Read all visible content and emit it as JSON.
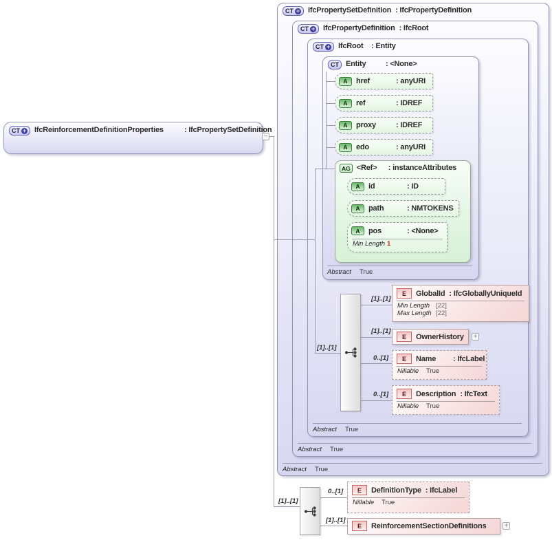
{
  "icons": {
    "ct": "CT",
    "a": "A",
    "ag": "AG",
    "e": "E",
    "plus": "+",
    "collapse": "−"
  },
  "root_type": {
    "name": "IfcReinforcementDefinitionProperties",
    "type": ": IfcPropertySetDefinition"
  },
  "base_types": {
    "pset": {
      "name": "IfcPropertySetDefinition",
      "type": ": IfcPropertyDefinition",
      "facet_label": "Abstract",
      "facet_value": "True"
    },
    "pdef": {
      "name": "IfcPropertyDefinition",
      "type": ": IfcRoot",
      "facet_label": "Abstract",
      "facet_value": "True"
    },
    "ifcroot": {
      "name": "IfcRoot",
      "type": ": Entity",
      "facet_label": "Abstract",
      "facet_value": "True"
    },
    "entity": {
      "name": "Entity",
      "type": ": <None>",
      "facet_label": "Abstract",
      "facet_value": "True"
    }
  },
  "entity_attributes": {
    "href": {
      "name": "href",
      "type": ": anyURI"
    },
    "ref": {
      "name": "ref",
      "type": ": IDREF"
    },
    "proxy": {
      "name": "proxy",
      "type": ": IDREF"
    },
    "edo": {
      "name": "edo",
      "type": ": anyURI"
    }
  },
  "ref_attribute_group": {
    "name": "<Ref>",
    "type": ": instanceAttributes",
    "id": {
      "name": "id",
      "type": ": ID"
    },
    "path": {
      "name": "path",
      "type": ": NMTOKENS"
    },
    "pos": {
      "name": "pos",
      "type": ": <None>",
      "facet_label": "Min Length",
      "facet_value": "1"
    }
  },
  "inherited_sequence": {
    "cardinality": "[1]..[1]",
    "globalid": {
      "cardinality": "[1]..[1]",
      "name": "GlobalId",
      "type": ": IfcGloballyUniqueId",
      "facet1_label": "Min Length",
      "facet1_value": "[22]",
      "facet2_label": "Max Length",
      "facet2_value": "[22]"
    },
    "ownerhistory": {
      "cardinality": "[1]..[1]",
      "name": "OwnerHistory"
    },
    "name_el": {
      "cardinality": "0..[1]",
      "name": "Name",
      "type": ": IfcLabel",
      "facet_label": "Nillable",
      "facet_value": "True"
    },
    "description": {
      "cardinality": "0..[1]",
      "name": "Description",
      "type": ": IfcText",
      "facet_label": "Nillable",
      "facet_value": "True"
    }
  },
  "own_sequence": {
    "cardinality": "[1]..[1]",
    "definitiontype": {
      "cardinality": "0..[1]",
      "name": "DefinitionType",
      "type": ": IfcLabel",
      "facet_label": "Nillable",
      "facet_value": "True"
    },
    "sectiondefinitions": {
      "cardinality": "[1]..[1]",
      "name": "ReinforcementSectionDefinitions"
    }
  }
}
